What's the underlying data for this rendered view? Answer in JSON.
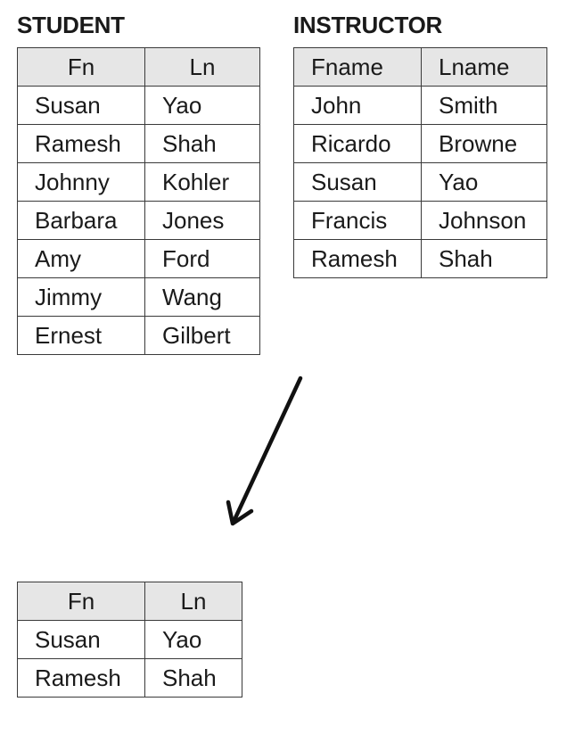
{
  "student": {
    "title": "STUDENT",
    "headers": [
      "Fn",
      "Ln"
    ],
    "rows": [
      [
        "Susan",
        "Yao"
      ],
      [
        "Ramesh",
        "Shah"
      ],
      [
        "Johnny",
        "Kohler"
      ],
      [
        "Barbara",
        "Jones"
      ],
      [
        "Amy",
        "Ford"
      ],
      [
        "Jimmy",
        "Wang"
      ],
      [
        "Ernest",
        "Gilbert"
      ]
    ]
  },
  "instructor": {
    "title": "INSTRUCTOR",
    "headers": [
      "Fname",
      "Lname"
    ],
    "rows": [
      [
        "John",
        "Smith"
      ],
      [
        "Ricardo",
        "Browne"
      ],
      [
        "Susan",
        "Yao"
      ],
      [
        "Francis",
        "Johnson"
      ],
      [
        "Ramesh",
        "Shah"
      ]
    ]
  },
  "result": {
    "headers": [
      "Fn",
      "Ln"
    ],
    "rows": [
      [
        "Susan",
        "Yao"
      ],
      [
        "Ramesh",
        "Shah"
      ]
    ]
  },
  "colors": {
    "header_fill": "#e6e6e6",
    "border": "#3a3a3a",
    "arrow": "#111111"
  }
}
